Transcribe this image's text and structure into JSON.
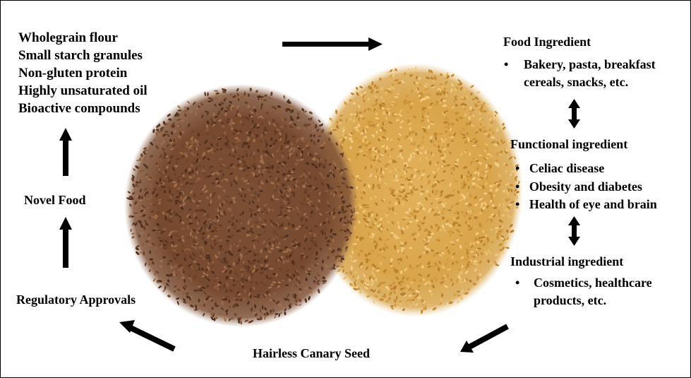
{
  "properties": [
    "Wholegrain flour",
    "Small starch granules",
    "Non-gluten protein",
    "Highly unsaturated oil",
    "Bioactive compounds"
  ],
  "novel_food": "Novel Food",
  "regulatory": "Regulatory Approvals",
  "bottom_title": "Hairless Canary Seed",
  "food_ingredient": {
    "title": "Food Ingredient",
    "bullet": "•",
    "line1": "Bakery, pasta, breakfast",
    "line2": "cereals, snacks, etc."
  },
  "functional_ingredient": {
    "title": "Functional  ingredient",
    "items": [
      "Celiac disease",
      "Obesity and diabetes",
      "Health of eye and brain"
    ]
  },
  "industrial_ingredient": {
    "title": "Industrial  ingredient",
    "line1": "Cosmetics, healthcare",
    "line2": "products, etc."
  },
  "colors": {
    "brown_seed": "#7a4e33",
    "yellow_seed": "#d9a64c",
    "arrow": "#000000"
  }
}
